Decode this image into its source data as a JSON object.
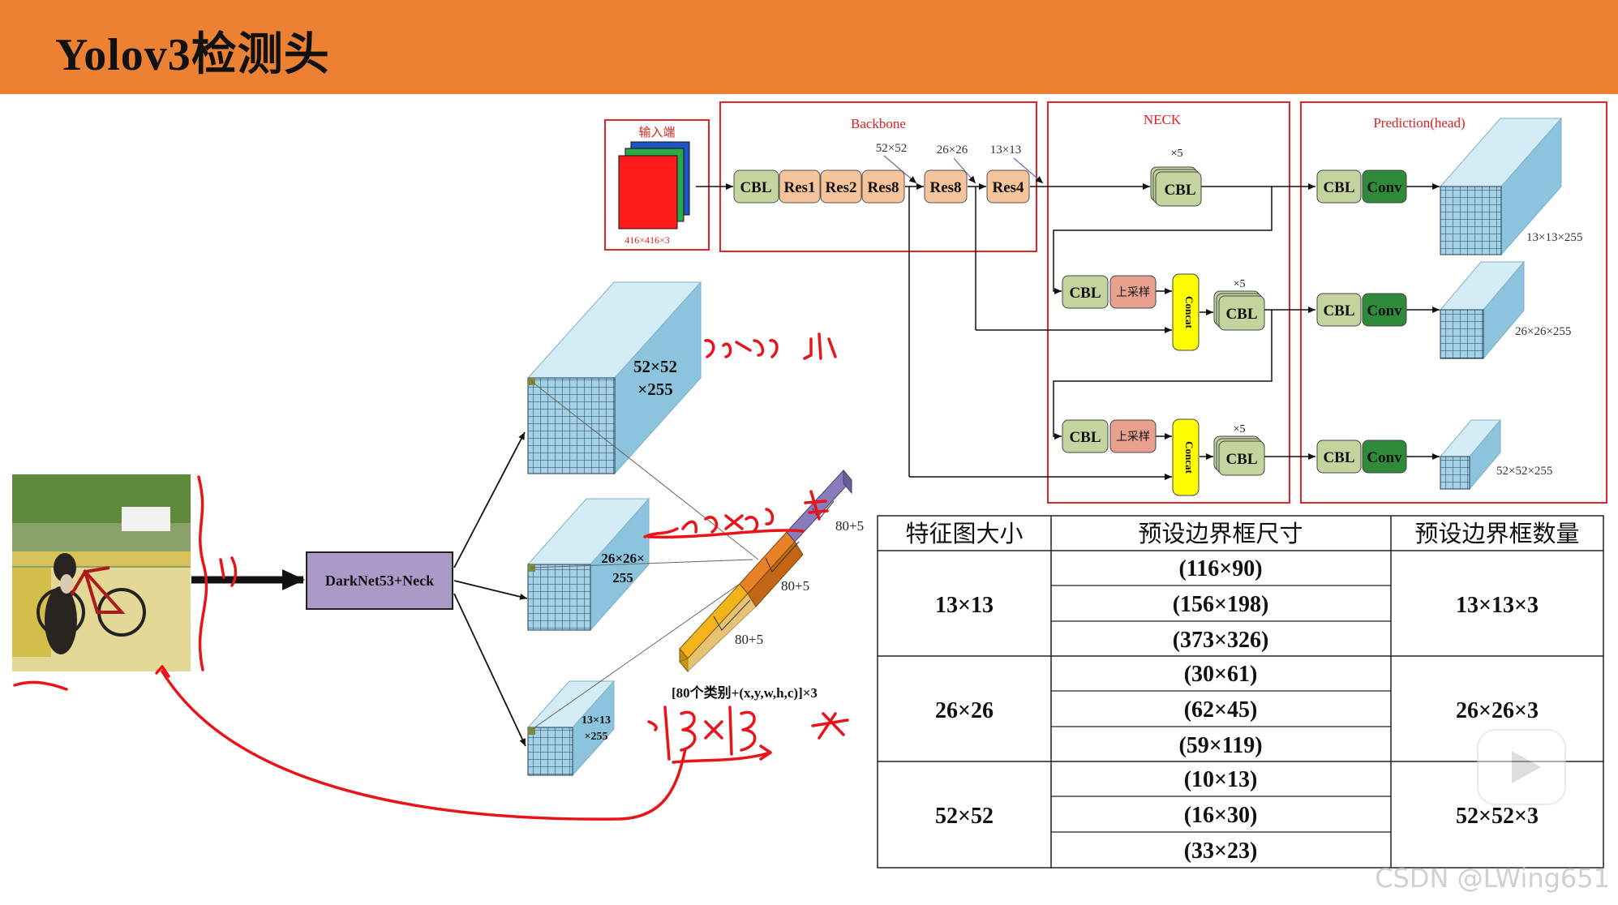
{
  "header": {
    "title": "Yolov3检测头"
  },
  "diagram": {
    "input": {
      "label": "输入端",
      "size": "416×416×3"
    },
    "backbone": {
      "label": "Backbone",
      "blocks": [
        "CBL",
        "Res1",
        "Res2",
        "Res8",
        "Res8",
        "Res4"
      ],
      "scales": [
        "52×52",
        "26×26",
        "13×13"
      ]
    },
    "neck": {
      "label": "NECK",
      "cbl": "CBL",
      "upsample": "上采样",
      "concat": "Concat",
      "repeat": "×5"
    },
    "head": {
      "label": "Prediction(head)",
      "cbl": "CBL",
      "conv": "Conv",
      "outputs": [
        "13×13×255",
        "26×26×255",
        "52×52×255"
      ]
    },
    "lower": {
      "darknet": "DarkNet53+Neck",
      "cube_large": [
        "52×52",
        "×255"
      ],
      "cube_mid": [
        "26×26×",
        "255"
      ],
      "cube_small": [
        "13×13",
        "×255"
      ],
      "bar_label": "80+5",
      "formula": "[80个类别+(x,y,w,h,c)]×3"
    }
  },
  "table": {
    "headers": [
      "特征图大小",
      "预设边界框尺寸",
      "预设边界框数量"
    ],
    "groups": [
      {
        "size": "13×13",
        "anchors": [
          "(116×90)",
          "(156×198)",
          "(373×326)"
        ],
        "count": "13×13×3"
      },
      {
        "size": "26×26",
        "anchors": [
          "(30×61)",
          "(62×45)",
          "(59×119)"
        ],
        "count": "26×26×3"
      },
      {
        "size": "52×52",
        "anchors": [
          "(10×13)",
          "(16×30)",
          "(33×23)"
        ],
        "count": "52×52×3"
      }
    ]
  },
  "watermark": "CSDN @LWing651",
  "colors": {
    "header": "#ec8134",
    "cbl": "#c5d49f",
    "res": "#f6c49b",
    "conv": "#2f8a3a",
    "upsample": "#e8a08f",
    "concat": "#ffff00",
    "cube": "#a5d1e6",
    "frame": "#e02626",
    "darknet": "#a99ac7",
    "handwriting": "#e8141a"
  }
}
